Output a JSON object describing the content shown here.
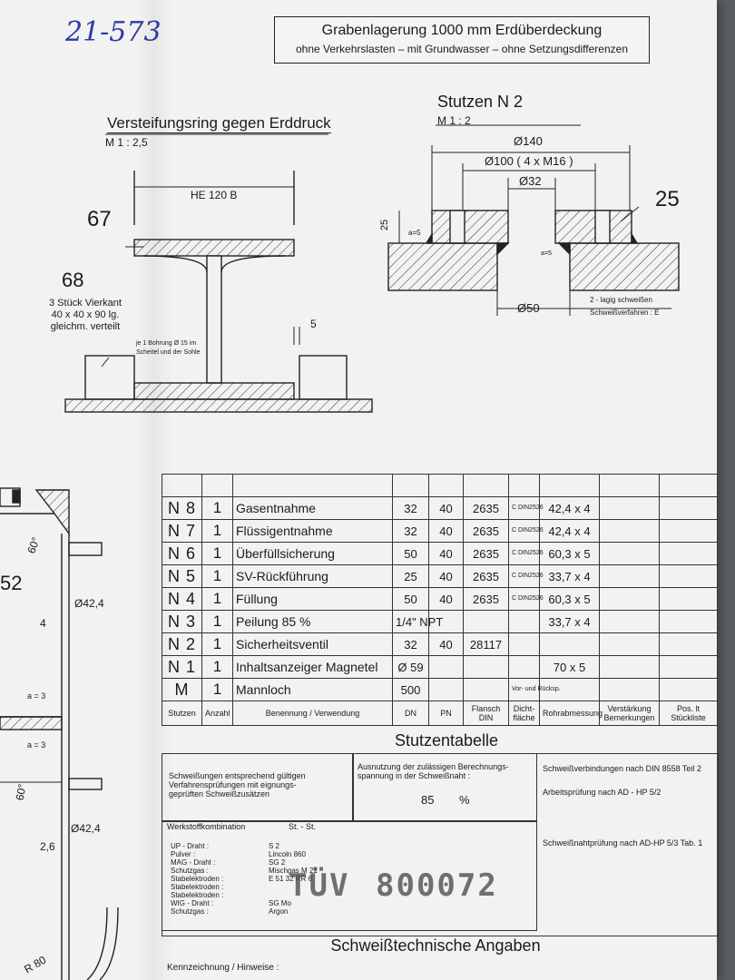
{
  "handwritten_ref": "21-573",
  "title": {
    "main": "Grabenlagerung 1000 mm Erdüberdeckung",
    "sub": "ohne Verkehrslasten – mit Grundwasser – ohne Setzungsdifferenzen"
  },
  "ring_detail": {
    "title": "Versteifungsring gegen Erddruck",
    "scale": "M 1 : 2,5",
    "profile": "HE 120 B",
    "pos_67": "67",
    "pos_68": "68",
    "note_68": [
      "3 Stück Vierkant",
      "40 x 40 x 90 lg.",
      "gleichm. verteilt"
    ],
    "bore_note": [
      "je 1 Bohrung Ø 15 im",
      "Scheitel und der Sohle"
    ],
    "dim_5": "5"
  },
  "nozzle_detail": {
    "title": "Stutzen N 2",
    "scale": "M 1 : 2",
    "d140": "Ø140",
    "d100": "Ø100 ( 4 x M16 )",
    "d32": "Ø32",
    "d50": "Ø50",
    "dim_25": "25",
    "weld_a5": "a=5",
    "weld_a5b": "a=5",
    "pos_25": "25",
    "note": [
      "2 - lagig schweißen",
      "Schweißverfahren : E"
    ]
  },
  "left_detail": {
    "angle": "60°",
    "d42_top": "Ø42,4",
    "d42_bot": "Ø42,4",
    "dim_4": "4",
    "dim_2_6": "2,6",
    "a3_top": "a = 3",
    "a3_bot": "a = 3",
    "r80": "R 80",
    "angle2": "60°",
    "partial": "52"
  },
  "stutzen_table": {
    "headers": {
      "stutzen": "Stutzen",
      "anzahl": "Anzahl",
      "benennung": "Benennung / Verwendung",
      "dn": "DN",
      "pn": "PN",
      "flansch": "Flansch DIN",
      "dicht": "Dicht-fläche",
      "rohr": "Rohrabmessung",
      "verst": "Verstärkung Bemerkungen",
      "pos": "Pos. lt Stückliste"
    },
    "rows": [
      {
        "id": "N 8",
        "qty": "1",
        "name": "Gasentnahme",
        "dn": "32",
        "pn": "40",
        "flansch": "2635",
        "dicht": "C DIN2526",
        "rohr": "42,4 x 4"
      },
      {
        "id": "N 7",
        "qty": "1",
        "name": "Flüssigentnahme",
        "dn": "32",
        "pn": "40",
        "flansch": "2635",
        "dicht": "C DIN2526",
        "rohr": "42,4 x 4"
      },
      {
        "id": "N 6",
        "qty": "1",
        "name": "Überfüllsicherung",
        "dn": "50",
        "pn": "40",
        "flansch": "2635",
        "dicht": "C DIN2526",
        "rohr": "60,3 x 5"
      },
      {
        "id": "N 5",
        "qty": "1",
        "name": "SV-Rückführung",
        "dn": "25",
        "pn": "40",
        "flansch": "2635",
        "dicht": "C DIN2526",
        "rohr": "33,7 x 4"
      },
      {
        "id": "N 4",
        "qty": "1",
        "name": "Füllung",
        "dn": "50",
        "pn": "40",
        "flansch": "2635",
        "dicht": "C DIN2526",
        "rohr": "60,3 x 5"
      },
      {
        "id": "N 3",
        "qty": "1",
        "name": "Peilung 85 %",
        "dn": "1/4\" NPT",
        "pn": "",
        "flansch": "",
        "dicht": "",
        "rohr": "33,7 x 4"
      },
      {
        "id": "N 2",
        "qty": "1",
        "name": "Sicherheitsventil",
        "dn": "32",
        "pn": "40",
        "flansch": "28117",
        "dicht": "",
        "rohr": ""
      },
      {
        "id": "N 1",
        "qty": "1",
        "name": "Inhaltsanzeiger Magnetel",
        "dn": "Ø 59",
        "pn": "",
        "flansch": "",
        "dicht": "",
        "rohr": "70 x 5"
      },
      {
        "id": "M",
        "qty": "1",
        "name": "Mannloch",
        "dn": "500",
        "pn": "",
        "flansch": "",
        "dicht": "Vor- und Rücksp.",
        "rohr": ""
      }
    ],
    "caption": "Stutzentabelle"
  },
  "welding": {
    "note1": [
      "Schweißungen entsprechend gültigen",
      "Verfahrensprüfungen mit eignungs-",
      "geprüften Schweißzusätzen"
    ],
    "note2": [
      "Ausnutzung der zulässigen Berechnungs-",
      "spannung in der Schweißnaht :"
    ],
    "utilization": "85",
    "unit": "%",
    "note3": "Schweißverbindungen nach DIN 8558 Teil 2",
    "note4": "Arbeitsprüfung nach AD - HP 5/2",
    "note5": "Schweißnahtprüfung nach AD-HP 5/3 Tab. 1",
    "material_label": "Werkstoffkombination",
    "material_value": "St. - St.",
    "processes": [
      "UP - Draht :",
      "Pulver :",
      "MAG - Draht :",
      "Schutzgas :",
      "Stabelektroden :",
      "Stabelektroden :",
      "Stabelektroden :",
      "WIG - Draht :",
      "Schutzgas :"
    ],
    "consumables": [
      "S 2",
      "Lincoln 860",
      "SG 2",
      "Mischgas M 21",
      "E 51 32 RR 6",
      "",
      "",
      "SG Mo",
      "Argon"
    ],
    "stamp_mid": "TÜV",
    "stamp_right": "800072",
    "caption": "Schweißtechnische Angaben",
    "footer": "Kennzeichnung / Hinweise :"
  }
}
